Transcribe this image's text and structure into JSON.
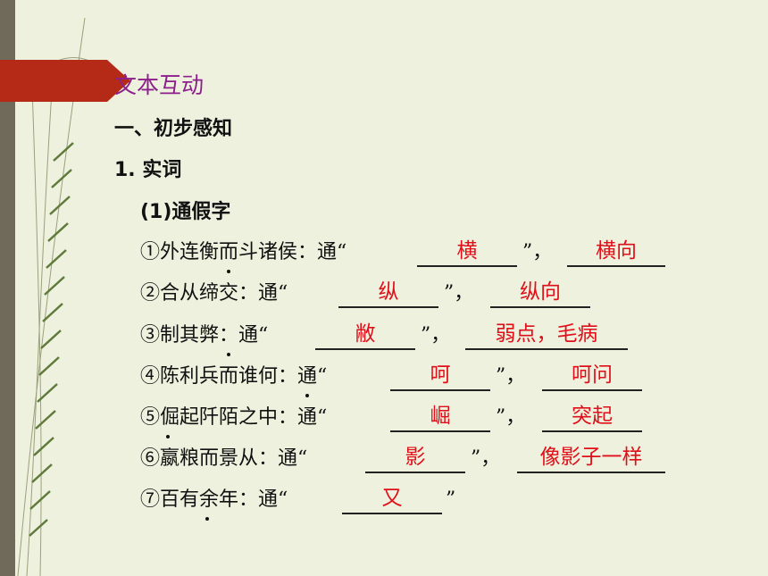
{
  "section_label": "文本互动",
  "heading1": "一、初步感知",
  "heading2": "1. 实词",
  "subheading": "(1)通假字",
  "items": [
    {
      "text": "①外连衡而斗诸侯：通“",
      "mid": "”，",
      "ans1": "横",
      "ans2": "横向"
    },
    {
      "text": "②合从缔交：通“",
      "mid": "”，",
      "ans1": "纵",
      "ans2": "纵向"
    },
    {
      "text": "③制其弊：通“",
      "mid": "”，",
      "ans1": "敝",
      "ans2": "弱点，毛病"
    },
    {
      "text": "④陈利兵而谁何：通“",
      "mid": "”，",
      "ans1": "呵",
      "ans2": "呵问"
    },
    {
      "text": "⑤倔起阡陌之中：通“",
      "mid": "”，",
      "ans1": "崛",
      "ans2": "突起"
    },
    {
      "text": "⑥嬴粮而景从：通“",
      "mid": "”，",
      "ans1": "影",
      "ans2": "像影子一样"
    },
    {
      "text": "⑦百有余年：通“",
      "end": "”",
      "ans1": "又"
    }
  ],
  "colors": {
    "background": "#eef1de",
    "answer": "#e0101a",
    "label": "#8c1f8c",
    "ribbon": "#b52a17"
  }
}
